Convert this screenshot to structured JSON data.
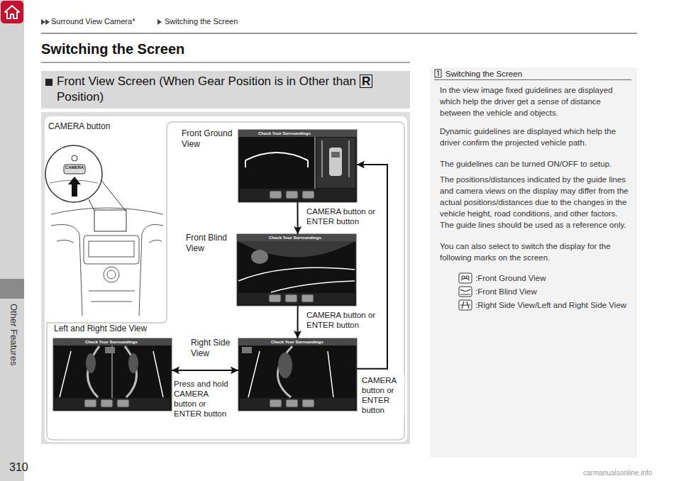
{
  "diagram": {
    "title": "Switching the Screen",
    "nodes": [
      {
        "text": [
          "Front Ground View",
          "Check Your Surroundings"
        ]
      },
      {
        "text": [
          "Front Blind View",
          "Check Your Surroundings"
        ]
      },
      {
        "text": [
          "Left and Right Side View",
          "Check Your Surroundings"
        ]
      },
      {
        "text": [
          "Right Side View",
          "Check Your Surroundings"
        ]
      }
    ],
    "edges": [
      {
        "from": 0,
        "to": 1,
        "arrow": "to",
        "label": "CAMERA button or ENTER button"
      },
      {
        "from": 1,
        "to": 3,
        "arrow": "to",
        "label": "CAMERA button or ENTER button"
      },
      {
        "from": 3,
        "to": 0,
        "arrow": "to",
        "label": "CAMERA button or ENTER button"
      },
      {
        "from": 2,
        "to": 3,
        "arrow": "both",
        "label": "Press and hold CAMERA button or ENTER button"
      }
    ],
    "labels": [
      "Surround View Camera*",
      "Switching the Screen",
      "Front View Screen (When Gear Position is in Other than",
      "R",
      "Position)",
      "CAMERA button",
      "CAMERA",
      "Switching the Screen",
      "In the view image fixed guidelines are displayed which help the driver get a sense of distance between the vehicle and objects.",
      "Dynamic guidelines are displayed which help the driver confirm the projected vehicle path.",
      "The guidelines can be turned ON/OFF to setup.",
      "The positions/distances indicated by the guide lines and camera views on the display may differ from the actual positions/distances due to the changes in the vehicle height, road conditions, and other factors.",
      "The guide lines should be used as a reference only.",
      "You can also select to switch the display for the following marks on the screen.",
      "Other Features",
      "310",
      "carmanualsonline.info"
    ],
    "legend": [
      {
        "text": ":Front Ground View"
      },
      {
        "text": ":Front Blind View"
      },
      {
        "text": ":Right Side View/Left and Right Side View"
      }
    ]
  }
}
